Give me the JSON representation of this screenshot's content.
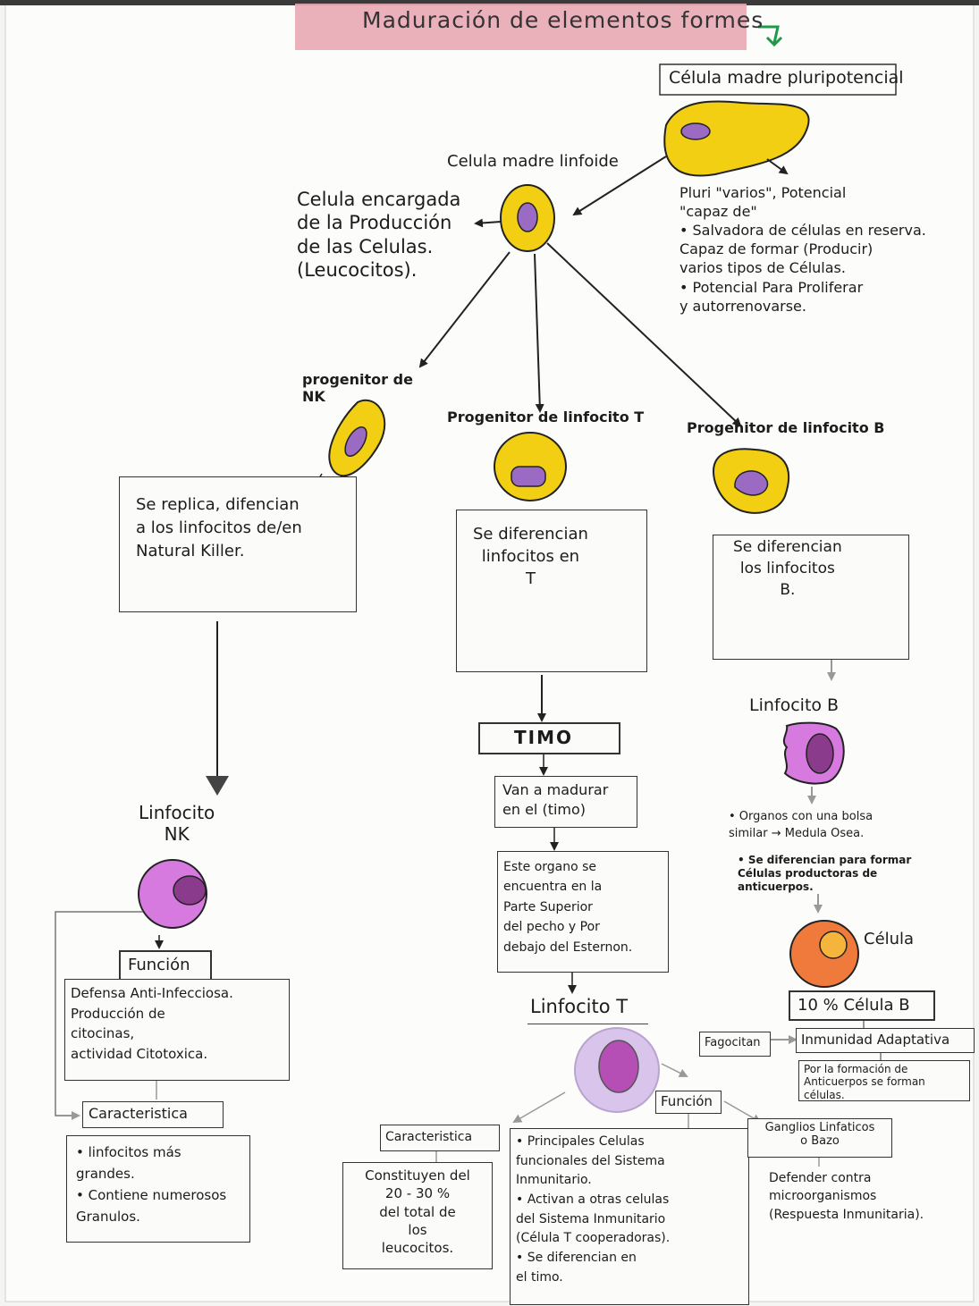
{
  "title": "Maduración de elementos formes",
  "colors": {
    "title_band": "#e8a9b4",
    "cell_yellow": "#f2cf12",
    "nucleus_purple": "#9b6bc4",
    "lymph_magenta": "#d77ae0",
    "lymph_nucleus": "#8a3b8c",
    "plasma_orange": "#f07a3c",
    "plasma_nucleus": "#f5b53d",
    "lymph_t_halo": "#d9c4ec",
    "lymph_t_nucleus": "#b54fb5"
  },
  "stem": {
    "label": "Célula madre pluripotencial",
    "notes": "Pluri \"varios\", Potencial\n\"capaz de\"\n• Salvadora de células en reserva.\nCapaz de formar (Producir)\nvarios tipos de Células.\n• Potencial Para Proliferar\ny autorrenovarse."
  },
  "lymphoid": {
    "label": "Celula madre linfoide",
    "note": "Celula encargada\nde la Producción\nde las Celulas.\n(Leucocitos)."
  },
  "nk": {
    "progenitor": "progenitor de\nNK",
    "box": "Se replica, difencian\na los linfocitos de/en\nNatural Killer.",
    "cell": "Linfocito\nNK",
    "funcion_label": "Función",
    "funcion_text": "Defensa Anti-Infecciosa.\nProducción de\ncitocinas,\nactividad Citotoxica.",
    "caracteristica_label": "Caracteristica",
    "caracteristica_text": "• linfocitos más\ngrandes.\n• Contiene numerosos\nGranulos."
  },
  "t": {
    "progenitor": "Progenitor de linfocito T",
    "box": "Se diferencian\nlinfocitos en\nT",
    "timo": "TIMO",
    "madurar": "Van a madurar\nen el (timo)",
    "organo": "Este organo se\nencuentra en la\nParte Superior\ndel pecho y Por\ndebajo del Esternon.",
    "cell": "Linfocito T",
    "caracteristica_label": "Caracteristica",
    "caracteristica_text": "Constituyen del\n20 - 30 %\ndel total de\nlos\nleucocitos.",
    "funcion_label": "Función",
    "funcion_text": "• Principales Celulas\nfuncionales del Sistema\nInmunitario.\n• Activan a otras celulas\ndel Sistema Inmunitario\n(Célula T cooperadoras).\n• Se diferencian en\nel timo.",
    "ganglios_label": "Ganglios Linfaticos\no Bazo",
    "ganglios_text": "Defender contra\nmicroorganismos\n(Respuesta Inmunitaria)."
  },
  "b": {
    "progenitor": "Progenitor de linfocito B",
    "box": "Se diferencian\nlos linfocitos\nB.",
    "cell": "Linfocito B",
    "organos": "• Organos con una bolsa\nsimilar → Medula Osea.",
    "diferencian": "• Se diferencian para formar\nCélulas productoras de\nanticuerpos.",
    "plasma": "Célula",
    "plasma_box": "10 % Célula B",
    "inmunidad": "Inmunidad Adaptativa",
    "fagocitan": "Fagocitan",
    "formacion": "Por la formación de\nAnticuerpos se forman\ncélulas."
  }
}
